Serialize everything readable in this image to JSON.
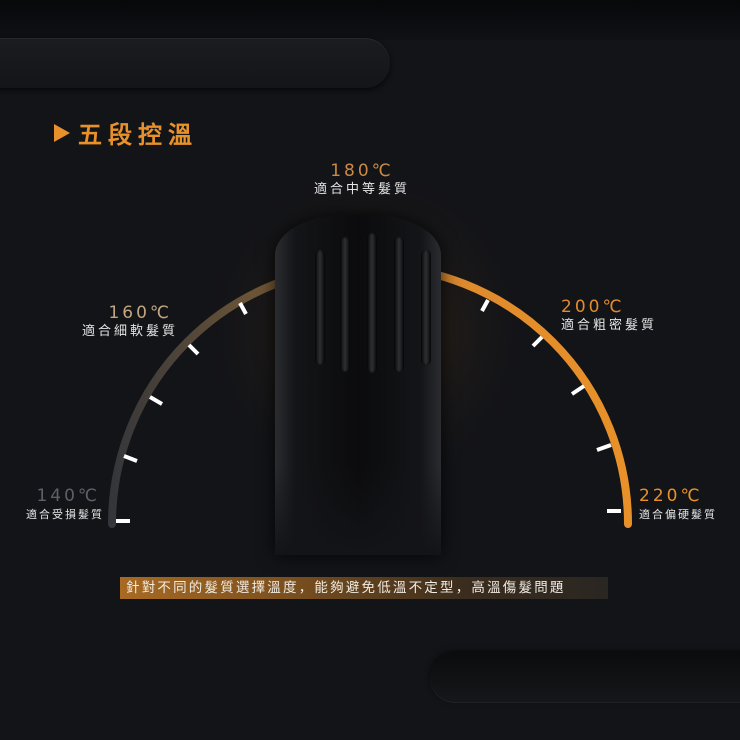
{
  "header": {
    "title": "五段控溫",
    "title_icon": "triangle-right-icon",
    "accent_color": "#e8912a"
  },
  "temperatures": [
    {
      "value": "140℃",
      "description": "適合受損髮質",
      "color": "#5d6068"
    },
    {
      "value": "160℃",
      "description": "適合細軟髮質",
      "color": "#c3a584"
    },
    {
      "value": "180℃",
      "description": "適合中等髮質",
      "color": "#c98a45"
    },
    {
      "value": "200℃",
      "description": "適合粗密髮質",
      "color": "#e38a2c"
    },
    {
      "value": "220℃",
      "description": "適合偏硬髮質",
      "color": "#e8912a"
    }
  ],
  "gauge": {
    "start_color": "#3a3a3e",
    "end_color": "#e8912a",
    "tick_color": "#ffffff"
  },
  "banner": {
    "text": "針對不同的髮質選擇溫度，能夠避免低溫不定型，高溫傷髮問題"
  }
}
